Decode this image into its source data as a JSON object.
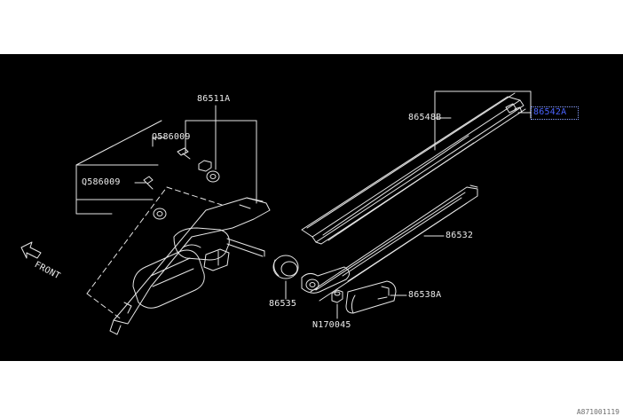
{
  "parts": {
    "p86511A": "86511A",
    "q586009_upper": "Q586009",
    "q586009_lower": "Q586009",
    "p86548B": "86548B",
    "p86542A": "86542A",
    "p86532": "86532",
    "p86538A": "86538A",
    "p86535": "86535",
    "n170045": "N170045"
  },
  "front_label": "FRONT",
  "reference_code": "A871001119",
  "highlighted_part": "86542A",
  "colors": {
    "background": "#000000",
    "line": "#e6e6e6",
    "highlight": "#4a63ff"
  }
}
